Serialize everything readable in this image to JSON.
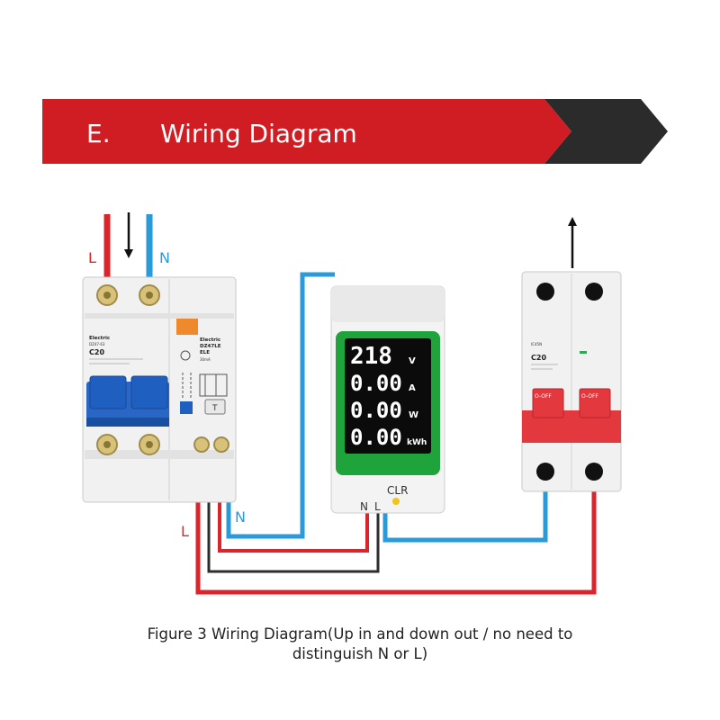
{
  "banner": {
    "letter": "E.",
    "title": "Wiring Diagram",
    "colors": {
      "red": "#d01c23",
      "dark": "#2b2b2b"
    }
  },
  "wires": {
    "line_label": "L",
    "neutral_label": "N",
    "colors": {
      "line": "#d9262c",
      "neutral": "#2a9ad8",
      "bridge": "#2d2d2d"
    }
  },
  "rcbo": {
    "brand_left": "Electric",
    "model_left": "DZ47-63",
    "rating_left": "C20",
    "brand_right": "Electric",
    "model_right": "DZ47LE",
    "sub_right": "ELE",
    "trip_current": "30mA",
    "test_label": "T",
    "accent_colors": {
      "toggle": "#1f5fbf",
      "orange": "#ef8a2c"
    }
  },
  "meter": {
    "readings": [
      "218",
      "0.00",
      "0.00",
      "0.00"
    ],
    "units": [
      "V",
      "A",
      "W",
      "kWh"
    ],
    "clear_label": "CLR",
    "n_label": "N",
    "l_label": "L",
    "bezel_color": "#1fa43b"
  },
  "breaker": {
    "model": "IC45N",
    "rating": "C20",
    "on_off_left": "O-OFF",
    "on_off_right": "O-OFF",
    "handle_color": "#e4383f"
  },
  "caption": {
    "line1": "Figure 3 Wiring Diagram(Up in and down out / no need to",
    "line2": "distinguish N or L)"
  }
}
